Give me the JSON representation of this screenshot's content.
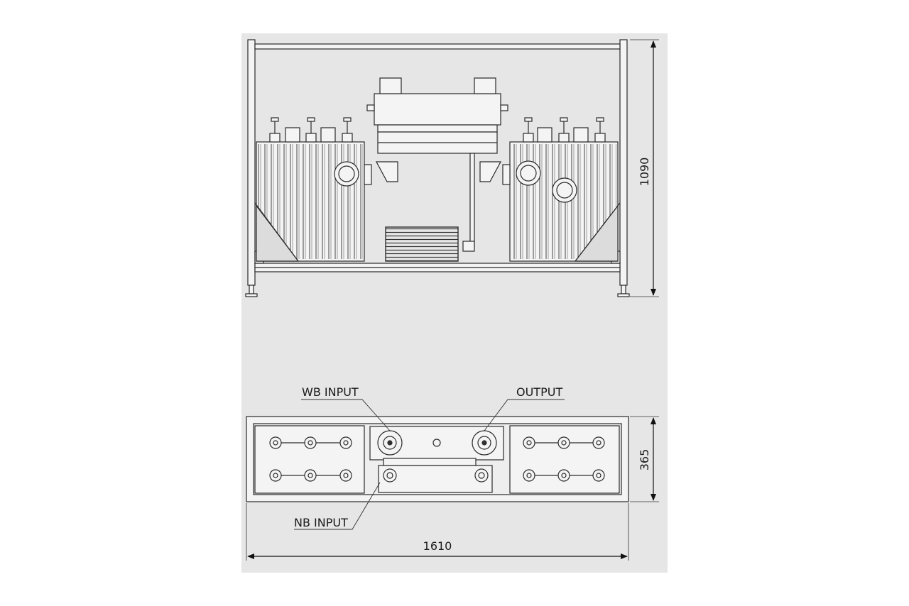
{
  "dimensions": {
    "height_front": "1090",
    "depth_top": "365",
    "width": "1610"
  },
  "labels": {
    "wb_input": "WB INPUT",
    "output": "OUTPUT",
    "nb_input": "NB INPUT"
  },
  "colors": {
    "panel_background": "#e6e6e6",
    "line": "#2a2a2a",
    "metal_fill": "#f4f4f4"
  }
}
